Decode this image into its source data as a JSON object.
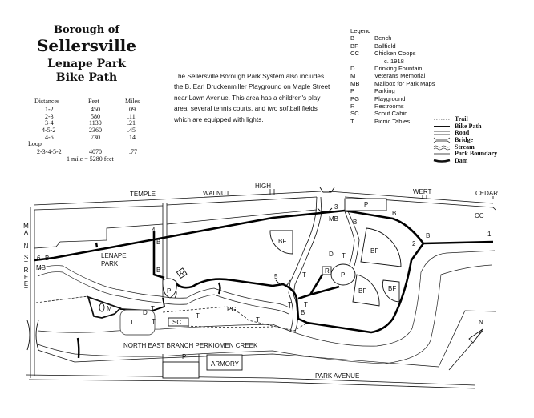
{
  "title": {
    "line1": "Borough of",
    "line2": "Sellersville",
    "line3": "Lenape Park",
    "line4": "Bike Path"
  },
  "distances": {
    "headers": [
      "Distances",
      "Feet",
      "Miles"
    ],
    "rows": [
      [
        "1-2",
        "450",
        ".09"
      ],
      [
        "2-3",
        "580",
        ".11"
      ],
      [
        "3-4",
        "1130",
        ".21"
      ],
      [
        "4-5-2",
        "2360",
        ".45"
      ],
      [
        "4-6",
        "730",
        ".14"
      ]
    ],
    "loop_label": "Loop",
    "loop_row": [
      "2-3-4-5-2",
      "4070",
      ".77"
    ],
    "note": "1 mile = 5280 feet"
  },
  "description": "The Sellersville Borough Park System also includes the B. Earl Druckenmiller Playground on Maple Street near Lawn Avenue. This area has a children's play area, several tennis courts, and two softball fields which are equipped with lights.",
  "legend": {
    "title": "Legend",
    "items": [
      {
        "code": "B",
        "desc": "Bench"
      },
      {
        "code": "BF",
        "desc": "Ballfield"
      },
      {
        "code": "CC",
        "desc": "Chicken Coops"
      },
      {
        "code": "",
        "desc": "c. 1918"
      },
      {
        "code": "D",
        "desc": "Drinking Fountain"
      },
      {
        "code": "M",
        "desc": "Veterans Memorial"
      },
      {
        "code": "MB",
        "desc": "Mailbox for Park Maps"
      },
      {
        "code": "P",
        "desc": "Parking"
      },
      {
        "code": "PG",
        "desc": "Playground"
      },
      {
        "code": "R",
        "desc": "Restrooms"
      },
      {
        "code": "SC",
        "desc": "Scout Cabin"
      },
      {
        "code": "T",
        "desc": "Picnic Tables"
      }
    ],
    "symbols": [
      "Trail",
      "Bike Path",
      "Road",
      "Bridge",
      "Stream",
      "Park Boundary",
      "Dam"
    ]
  },
  "map": {
    "streets": {
      "temple": "TEMPLE",
      "walnut": "WALNUT",
      "high": "HIGH",
      "wert": "WERT",
      "cedar": "CEDAR",
      "main": "MAIN",
      "street": "STREET",
      "park_avenue": "PARK AVENUE"
    },
    "creek": "NORTH EAST BRANCH PERKIOMEN CREEK",
    "park_name": [
      "LENAPE",
      "PARK"
    ],
    "armory": "ARMORY",
    "north": "N",
    "points": [
      "1",
      "2",
      "3",
      "4",
      "5",
      "6"
    ],
    "labels": [
      "B",
      "MB",
      "B",
      "B",
      "P",
      "R",
      "T",
      "D",
      "T",
      "PG",
      "T",
      "T",
      "SC",
      "M",
      "T",
      "P",
      "MB",
      "B",
      "B",
      "CC",
      "B",
      "BF",
      "D",
      "T",
      "R",
      "P",
      "BF",
      "BF",
      "BF",
      "T",
      "T",
      "T",
      "B",
      "P"
    ]
  }
}
